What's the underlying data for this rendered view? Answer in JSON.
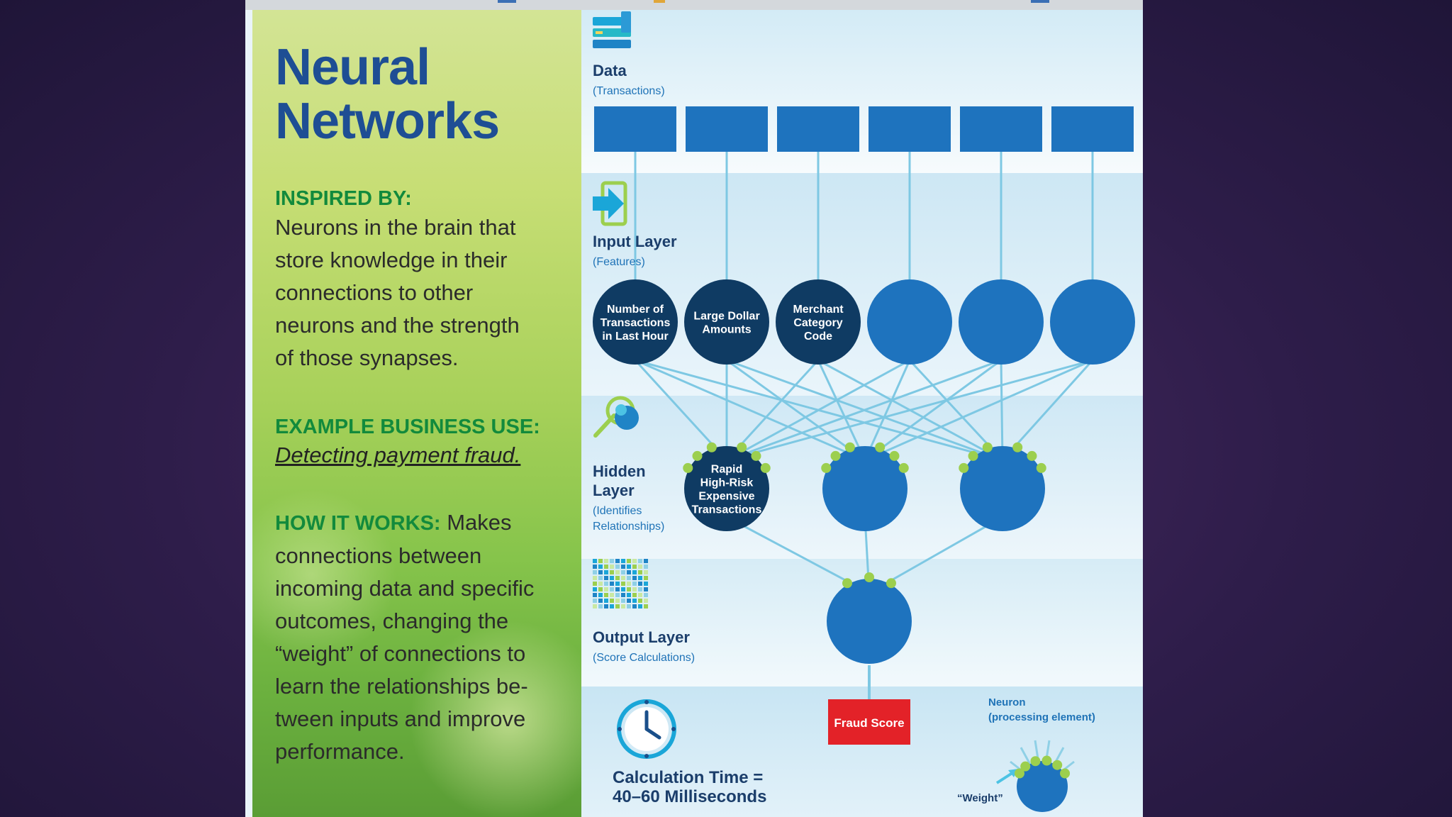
{
  "title_line1": "Neural",
  "title_line2": "Networks",
  "inspired": {
    "heading": "INSPIRED BY:",
    "lines": [
      "Neurons in the brain that",
      "store knowledge in their",
      "connections to other",
      "neurons and the strength",
      "of those synapses."
    ]
  },
  "business": {
    "heading": "EXAMPLE BUSINESS USE:",
    "text": "Detecting payment fraud."
  },
  "how": {
    "heading": "HOW IT WORKS:",
    "first": "Makes",
    "lines": [
      "connections between",
      "incoming data and specific",
      "outcomes, changing the",
      "“weight” of connections to",
      "learn the relationships be-",
      "tween inputs and improve",
      "performance."
    ]
  },
  "diagram": {
    "data_label": "Data",
    "data_sub": "(Transactions)",
    "input_label": "Input Layer",
    "input_sub": "(Features)",
    "inputs": [
      [
        "Number of",
        "Transactions",
        "in Last Hour"
      ],
      [
        "Large Dollar",
        "Amounts"
      ],
      [
        "Merchant",
        "Category",
        "Code"
      ],
      [],
      [],
      []
    ],
    "hidden_label1": "Hidden",
    "hidden_label2": "Layer",
    "hidden_sub1": "(Identifies",
    "hidden_sub2": "Relationships)",
    "hidden": [
      [
        "Rapid",
        "High-Risk",
        "Expensive",
        "Transactions"
      ],
      [],
      []
    ],
    "output_label": "Output Layer",
    "output_sub": "(Score Calculations)",
    "fraud_score": "Fraud Score",
    "calc_line1": "Calculation Time =",
    "calc_line2": "40–60 Milliseconds",
    "neuron_label1": "Neuron",
    "neuron_label2": "(processing element)",
    "weight_label": "“Weight”"
  },
  "colors": {
    "title": "#1e4e94",
    "heading": "#128a3c",
    "node": "#1e73be",
    "node_dark": "#0f3b63",
    "line": "#7ec8e3",
    "dot": "#9ccf4e",
    "fraud": "#e32228"
  },
  "icons": [
    "data-stack-icon",
    "input-arrow-icon",
    "magnifier-icon",
    "output-grid-icon",
    "clock-icon"
  ]
}
